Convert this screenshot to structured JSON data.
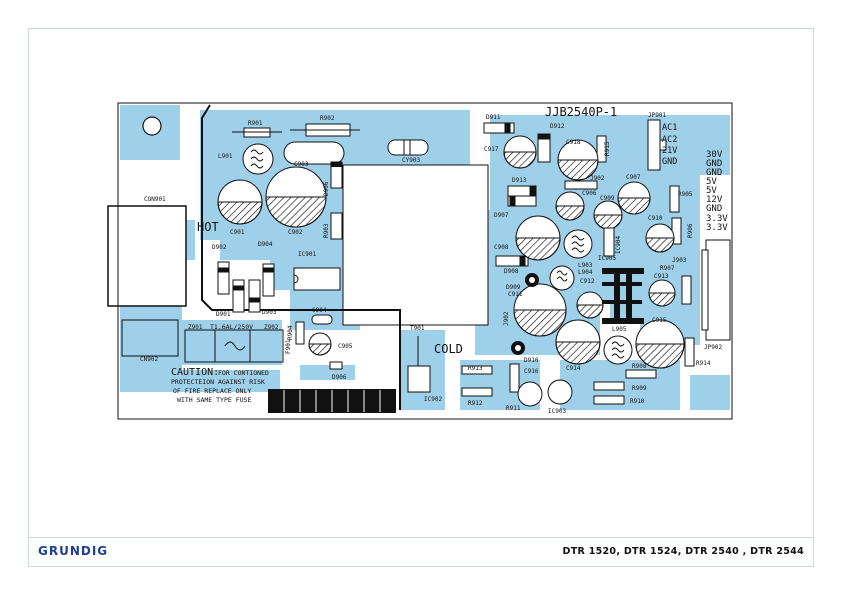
{
  "footer": {
    "brand": "GRUNDIG",
    "models": "DTR 1520, DTR 1524, DTR 2540 , DTR 2544"
  },
  "board": {
    "board_id": "JJB2540P-1",
    "hot_label": "HOT",
    "cold_label": "COLD",
    "caution": {
      "title": "CAUTION:",
      "lines": [
        "FOR CONTIONED",
        "PROTECTEION AGAINST RISK",
        "OF FIRE REPLACE ONLY",
        "WITH SAME TYPE FUSE"
      ]
    },
    "fuse_rating": "T1.6AL/250V",
    "output_rails": [
      "30V",
      "GND",
      "GND",
      "5V",
      "5V",
      "12V",
      "GND",
      "3.3V",
      "3.3V"
    ],
    "jp901_pins": [
      "AC1",
      "AC2",
      "21V",
      "GND"
    ],
    "components": {
      "R901": "R901",
      "R902": "R902",
      "L901": "L901",
      "C903": "C903",
      "CY903": "CY903",
      "D906": "D906",
      "D911": "D911",
      "D912": "D912",
      "JP901": "JP901",
      "C917": "C917",
      "C918": "C918",
      "R915": "R915",
      "CON901": "CON901",
      "C901": "C901",
      "C902": "C902",
      "R903": "R903",
      "D913": "D913",
      "J902a": "J902",
      "C907": "C907",
      "R905": "R905",
      "D902": "D902",
      "D904": "D904",
      "C906": "C906",
      "C909": "C909",
      "D907": "D907",
      "C910": "C910",
      "R906": "R906",
      "IC901": "IC901",
      "C908": "C908",
      "IC904": "IC904",
      "D908": "D908",
      "L903": "L903",
      "L904": "L904",
      "IC905": "IC905",
      "J903": "J903",
      "R907": "R907",
      "C913": "C913",
      "D909": "D909",
      "C911": "C911",
      "C912": "C912",
      "D901": "D901",
      "D903": "D903",
      "C904": "C904",
      "J902b": "J902",
      "C915": "C915",
      "L905": "L905",
      "T901": "T901",
      "JP902": "JP902",
      "Z901": "Z901",
      "Z902": "Z902",
      "R904": "R904",
      "F901": "F901",
      "C905": "C905",
      "CN902": "CN902",
      "D910": "D910",
      "C914": "C914",
      "R914": "R914",
      "D905": "D906",
      "R913": "R913",
      "C916": "C916",
      "R908": "R908",
      "R909": "R909",
      "IC902": "IC902",
      "R912": "R912",
      "R911": "R911",
      "R910": "R910",
      "IC903": "IC903"
    }
  },
  "colors": {
    "copper": "#9fd0ea",
    "brand": "#1f3f95",
    "ink": "#111111"
  }
}
